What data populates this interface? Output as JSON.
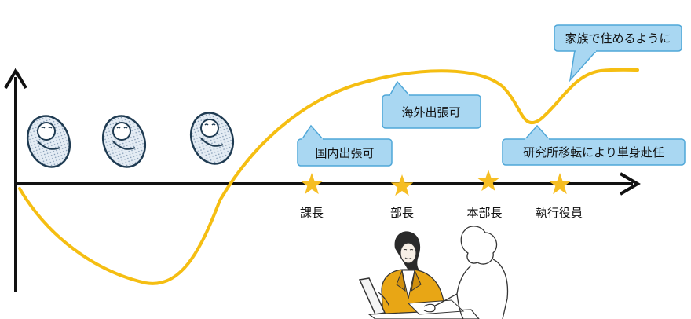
{
  "colors": {
    "curve": "#F5BE12",
    "axis": "#111111",
    "star": "#F6BE23",
    "bubble_fill": "#A9D7F2",
    "bubble_stroke": "#4FA7D8",
    "baby_fill": "#D9E4EE",
    "baby_stroke": "#1F3B52",
    "jacket": "#E8A615"
  },
  "icons": [
    "baby-icon",
    "star-icon",
    "meeting-illustration",
    "arrow-head-icon"
  ],
  "milestones": [
    {
      "label": "課長"
    },
    {
      "label": "部長"
    },
    {
      "label": "本部長"
    },
    {
      "label": "執行役員"
    }
  ],
  "bubbles": {
    "domestic_trip": "国内出張可",
    "overseas_trip": "海外出張可",
    "relocation": "研究所移転により単身赴任",
    "family_living": "家族で住めるように"
  }
}
